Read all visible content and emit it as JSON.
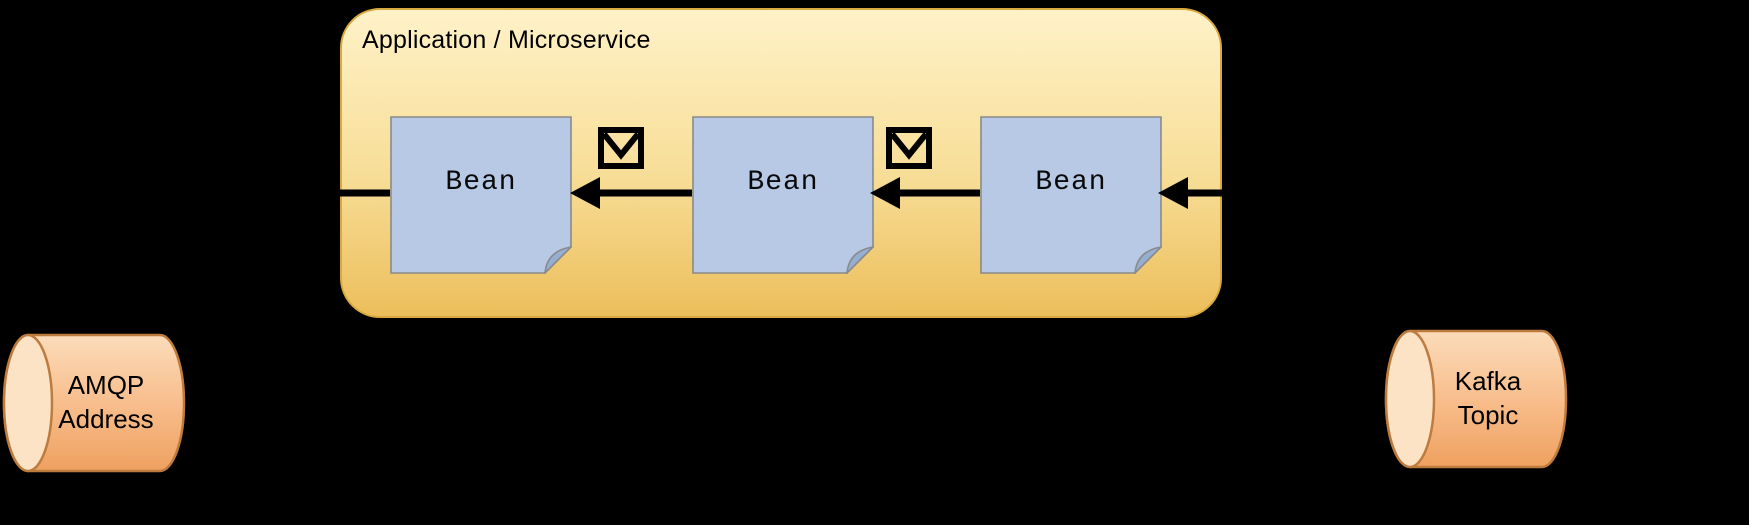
{
  "app": {
    "title": "Application / Microservice"
  },
  "beans": [
    {
      "label": "Bean"
    },
    {
      "label": "Bean"
    },
    {
      "label": "Bean"
    }
  ],
  "endpoints": {
    "amqp": {
      "lines": [
        "AMQP",
        "Address"
      ]
    },
    "kafka": {
      "lines": [
        "Kafka",
        "Topic"
      ]
    }
  },
  "icons": {
    "envelope": "message-envelope"
  },
  "colors": {
    "background": "#000000",
    "app_fill_top": "#FFF2C8",
    "app_fill_bottom": "#ECBE5B",
    "app_border": "#D9A93F",
    "bean_fill": "#B7C9E5",
    "bean_fold": "#97AED3",
    "bean_border": "#8A8A8A",
    "arrow": "#000000",
    "cylinder_fill": "#F8BE8D",
    "cylinder_cap": "#FCE3C6",
    "cylinder_border": "#BD7B3E"
  }
}
